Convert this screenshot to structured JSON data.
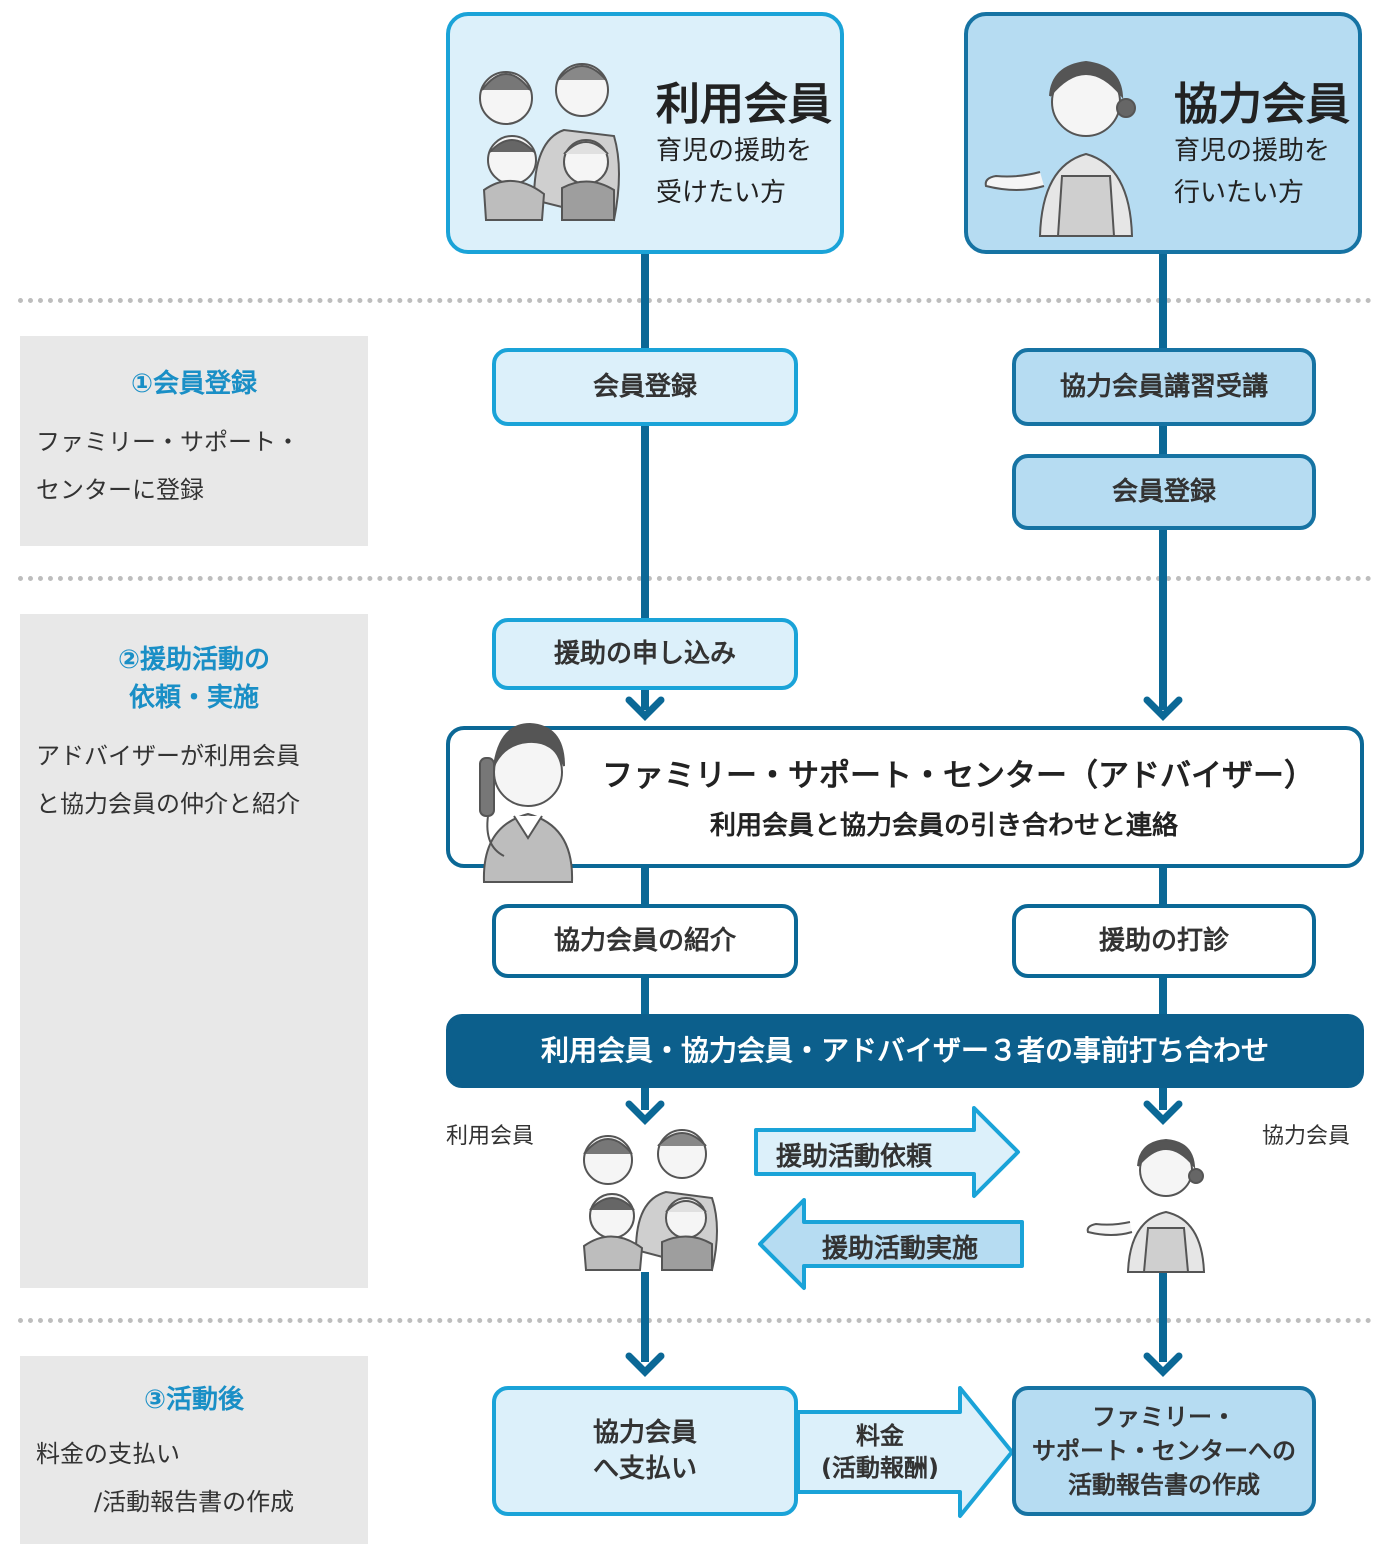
{
  "top": {
    "user": {
      "title": "利用会員",
      "sub1": "育児の援助を",
      "sub2": "受けたい方"
    },
    "coop": {
      "title": "協力会員",
      "sub1": "育児の援助を",
      "sub2": "行いたい方"
    }
  },
  "sections": {
    "s1": {
      "title": "①会員登録",
      "desc1": "ファミリー・サポート・",
      "desc2": "センターに登録"
    },
    "s2": {
      "title1": "②援助活動の",
      "title2": "依頼・実施",
      "desc1": "アドバイザーが利用会員",
      "desc2": "と協力会員の仲介と紹介"
    },
    "s3": {
      "title": "③活動後",
      "desc1": "料金の支払い",
      "desc2": "/活動報告書の作成"
    }
  },
  "flow": {
    "user_register": "会員登録",
    "coop_training": "協力会員講習受講",
    "coop_register": "会員登録",
    "apply": "援助の申し込み",
    "center_title": "ファミリー・サポート・センター（アドバイザー）",
    "center_sub": "利用会員と協力会員の引き合わせと連絡",
    "intro": "協力会員の紹介",
    "sound_out": "援助の打診",
    "meeting": "利用会員・協力会員・アドバイザー３者の事前打ち合わせ",
    "user_label": "利用会員",
    "coop_label": "協力会員",
    "request": "援助活動依頼",
    "perform": "援助活動実施",
    "pay_line1": "協力会員",
    "pay_line2": "へ支払い",
    "fee_line1": "料金",
    "fee_line2": "(活動報酬)",
    "report_line1": "ファミリー・",
    "report_line2": "サポート・センターへの",
    "report_line3": "活動報告書の作成"
  },
  "colors": {
    "accent": "#1aa3d8",
    "dark": "#0b6896",
    "light_fill": "#dcf0fa",
    "mid_fill": "#b6dcf2",
    "section_title": "#1a8fc6"
  }
}
